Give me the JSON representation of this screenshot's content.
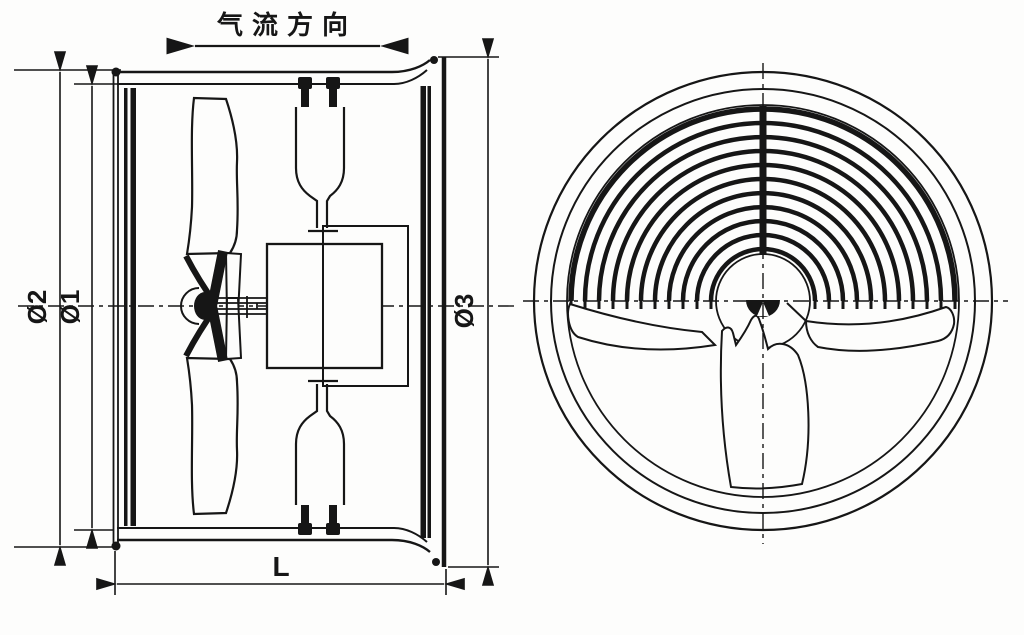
{
  "drawing": {
    "type": "axial-fan-engineering-drawing",
    "side_view": {
      "airflow_label": "气流方向",
      "dim_casing_outer_diameter": "Ø2",
      "dim_inner_diameter": "Ø1",
      "dim_flange_diameter": "Ø3",
      "dim_length": "L"
    },
    "front_view": {
      "grille_arc_count": 11,
      "blade_count": 3
    },
    "colors": {
      "ink": "#161616",
      "paper": "#fdfdfc"
    }
  }
}
